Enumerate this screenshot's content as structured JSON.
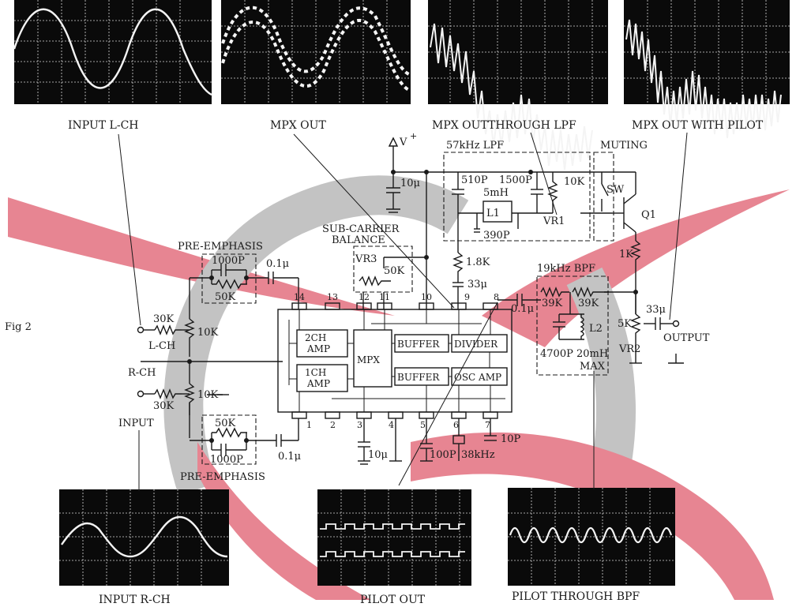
{
  "figure_label": "Fig 2",
  "watermark_colors": {
    "red": "#e3707f",
    "gray": "#b9b9b9"
  },
  "scopes": {
    "input_l": "INPUT L-CH",
    "mpx_out": "MPX OUT",
    "mpx_lpf": "MPX OUTTHROUGH LPF",
    "mpx_pilot": "MPX OUT WITH PILOT",
    "input_r": "INPUT R-CH",
    "pilot_out": "PILOT OUT",
    "pilot_bpf": "PILOT THROUGH BPF"
  },
  "sections": {
    "lpf": "57kHz LPF",
    "muting": "MUTING",
    "pre_emphasis": "PRE-EMPHASIS",
    "subcarrier": [
      "SUB-CARRIER",
      "BALANCE"
    ],
    "bpf": "19kHz BPF"
  },
  "labels": {
    "vplus": "V",
    "vplus_sup": "+",
    "l_ch": "L-CH",
    "r_ch": "R-CH",
    "input": "INPUT",
    "output": "OUTPUT",
    "sw": "SW",
    "q1": "Q1",
    "vr1": "VR1",
    "vr2": "VR2",
    "vr3": "VR3",
    "l1": "L1",
    "l2": "L2",
    "max": "MAX"
  },
  "components": {
    "c10u_top": "10μ",
    "c510p": "510P",
    "c1500p": "1500P",
    "l5mh": "5mH",
    "c390p": "390P",
    "r10k_top": "10K",
    "r1k": "1K",
    "r5k": "5K",
    "c33u_out": "33μ",
    "r1_8k": "1.8K",
    "c33u": "33μ",
    "r50k_vr3": "50K",
    "c1000p_top": "1000P",
    "r50k_top": "50K",
    "c01u_top": "0.1μ",
    "r30k_l": "30K",
    "r10k_l": "10K",
    "r10k_r": "10K",
    "r30k_r": "30K",
    "r50k_bot": "50K",
    "c1000p_bot": "1000P",
    "c01u_bot": "0.1μ",
    "c10u_bot": "10μ",
    "c100p": "100P",
    "x38k": "38kHz",
    "c10p": "10P",
    "c01u_bpf": "0.1μ",
    "r39k_a": "39K",
    "r39k_b": "39K",
    "c4700p": "4700P",
    "l20mh": "20mH"
  },
  "ic": {
    "blocks": {
      "amp2": [
        "2CH",
        "AMP"
      ],
      "amp1": [
        "1CH",
        "AMP"
      ],
      "mpx": "MPX",
      "buffer_top": "BUFFER",
      "divider": "DIVIDER",
      "buffer_bot": "BUFFER",
      "osc_amp": "OSC AMP"
    },
    "pins_top": [
      "14",
      "13",
      "12",
      "11",
      "10",
      "9",
      "8"
    ],
    "pins_bottom": [
      "1",
      "2",
      "3",
      "4",
      "5",
      "6",
      "7"
    ]
  }
}
